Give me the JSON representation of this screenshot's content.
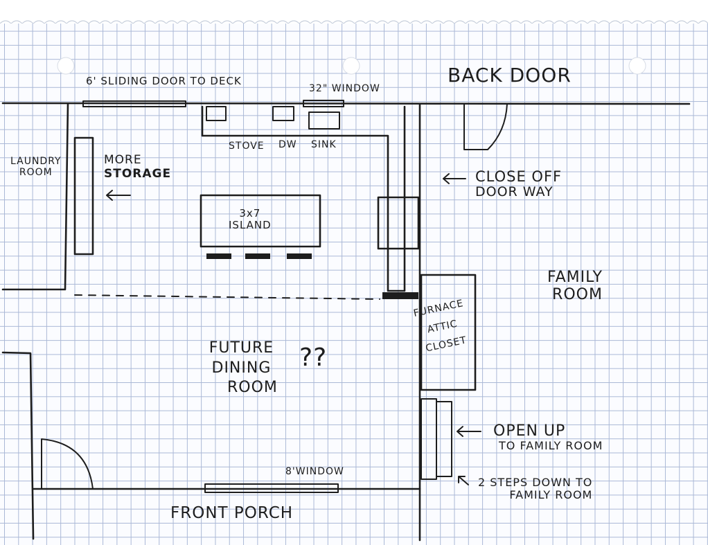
{
  "title": {
    "back_door": "BACK DOOR"
  },
  "labels": {
    "sliding_door": "6' SLIDING DOOR TO DECK",
    "window_32": "32\" WINDOW",
    "stove": "STOVE",
    "dw": "DW",
    "sink": "SINK",
    "laundry_line1": "LAUNDRY",
    "laundry_line2": "ROOM",
    "storage_line1": "MORE",
    "storage_line2": "STORAGE",
    "island_line1": "3x7",
    "island_line2": "ISLAND",
    "close_line1": "CLOSE OFF",
    "close_line2": "DOOR WAY",
    "family_line1": "FAMILY",
    "family_line2": "ROOM",
    "closet_line1": "FURNACE",
    "closet_line2": "ATTIC",
    "closet_line3": "CLOSET",
    "dining_line1": "FUTURE",
    "dining_line2": "DINING",
    "dining_line3": "ROOM",
    "question": "??",
    "open_line1": "OPEN UP",
    "open_line2": "TO FAMILY ROOM",
    "steps_line1": "2 STEPS DOWN TO",
    "steps_line2": "FAMILY ROOM",
    "window_8": "8'WINDOW",
    "front_porch": "FRONT PORCH"
  },
  "colors": {
    "ink": "#1d1d1d",
    "grid": "#aab8d6",
    "paper": "#fbfcff"
  }
}
